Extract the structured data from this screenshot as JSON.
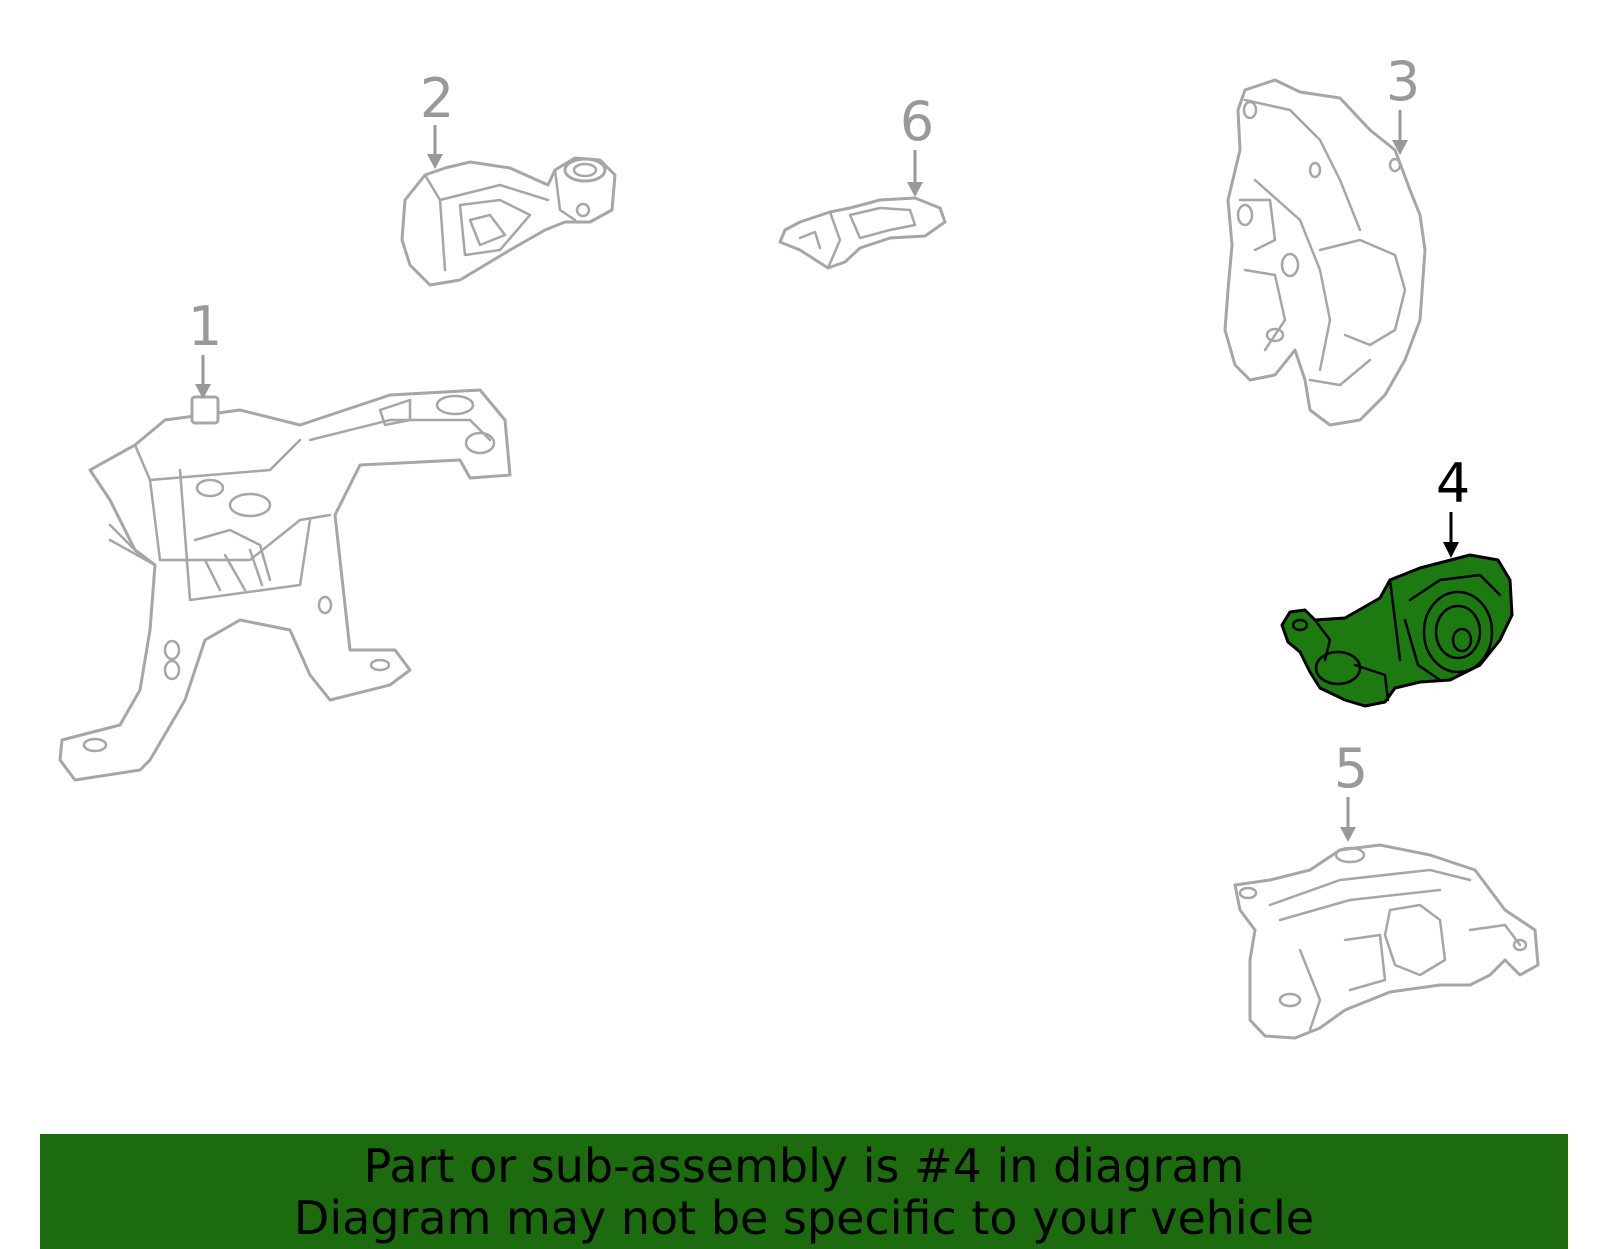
{
  "callouts": [
    {
      "id": "1",
      "label": "1",
      "highlighted": false
    },
    {
      "id": "2",
      "label": "2",
      "highlighted": false
    },
    {
      "id": "3",
      "label": "3",
      "highlighted": false
    },
    {
      "id": "4",
      "label": "4",
      "highlighted": true
    },
    {
      "id": "5",
      "label": "5",
      "highlighted": false
    },
    {
      "id": "6",
      "label": "6",
      "highlighted": false
    }
  ],
  "banner": {
    "line1": "Part or sub-assembly is #4 in diagram",
    "line2": "Diagram may not be specific to your vehicle"
  },
  "colors": {
    "highlight": "#1c7a10",
    "banner": "#1c6b0e",
    "muted": "#999999"
  }
}
